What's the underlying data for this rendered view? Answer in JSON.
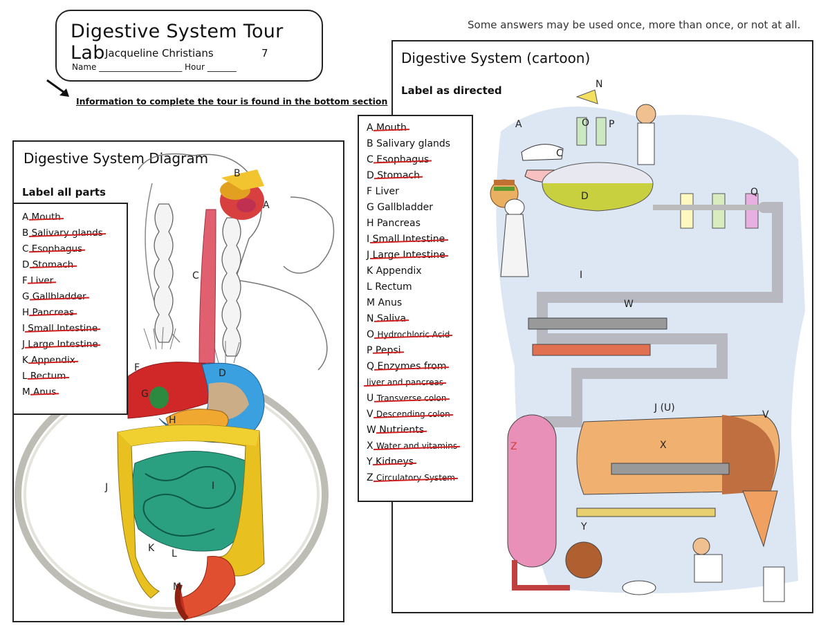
{
  "header": {
    "title": "Digestive System Tour Lab",
    "student_name": "Jacqueline Christians",
    "hour": "7",
    "name_line": "Name ____________________ Hour _______",
    "info_text": "Information to complete the tour is found in the bottom section",
    "top_note": "Some answers may be used once, more than once, or not at all."
  },
  "diagram_panel": {
    "title": "Digestive System Diagram",
    "subtitle": "Label all parts",
    "items": [
      {
        "letter": "A",
        "name": "Mouth"
      },
      {
        "letter": "B",
        "name": "Salivary glands"
      },
      {
        "letter": "C",
        "name": "Esophagus"
      },
      {
        "letter": "D",
        "name": "Stomach"
      },
      {
        "letter": "F",
        "name": "Liver"
      },
      {
        "letter": "G",
        "name": "Gallbladder"
      },
      {
        "letter": "H",
        "name": "Pancreas"
      },
      {
        "letter": "I",
        "name": "Small Intestine"
      },
      {
        "letter": "J",
        "name": "Large Intestine"
      },
      {
        "letter": "K",
        "name": "Appendix"
      },
      {
        "letter": "L",
        "name": "Rectum"
      },
      {
        "letter": "M",
        "name": "Anus"
      }
    ],
    "labels": [
      "A",
      "B",
      "C",
      "D",
      "F",
      "G",
      "H",
      "I",
      "J",
      "K",
      "L",
      "M"
    ]
  },
  "cartoon_panel": {
    "title": "Digestive System (cartoon)",
    "subtitle": "Label as directed",
    "items": [
      {
        "letter": "A",
        "name": "Mouth",
        "struck": true
      },
      {
        "letter": "B",
        "name": "Salivary glands",
        "struck": false
      },
      {
        "letter": "C",
        "name": "Esophagus",
        "struck": true
      },
      {
        "letter": "D",
        "name": "Stomach",
        "struck": true
      },
      {
        "letter": "F",
        "name": "Liver",
        "struck": false
      },
      {
        "letter": "G",
        "name": "Gallbladder",
        "struck": false
      },
      {
        "letter": "H",
        "name": "Pancreas",
        "struck": false
      },
      {
        "letter": "I",
        "name": "Small Intestine",
        "struck": true
      },
      {
        "letter": "J",
        "name": "Large Intestine",
        "struck": true
      },
      {
        "letter": "K",
        "name": "Appendix",
        "struck": false
      },
      {
        "letter": "L",
        "name": "Rectum",
        "struck": false
      },
      {
        "letter": "M",
        "name": "Anus",
        "struck": false
      },
      {
        "letter": "N",
        "name": "Saliva",
        "struck": true
      },
      {
        "letter": "O",
        "name": "Hydrochloric Acid",
        "struck": true
      },
      {
        "letter": "P",
        "name": "Pepsi",
        "struck": true
      },
      {
        "letter": "Q",
        "name": "Enzymes from",
        "struck": true
      },
      {
        "letter": "",
        "name": "liver and pancreas",
        "struck": true
      },
      {
        "letter": "U",
        "name": "Transverse colon",
        "struck": true
      },
      {
        "letter": "V",
        "name": "Descending colon",
        "struck": true
      },
      {
        "letter": "W",
        "name": "Nutrients",
        "struck": true
      },
      {
        "letter": "X",
        "name": "Water and vitamins",
        "struck": true
      },
      {
        "letter": "Y",
        "name": "Kidneys",
        "struck": true
      },
      {
        "letter": "Z",
        "name": "Circulatory System",
        "struck": true
      }
    ],
    "labels": [
      "A",
      "C",
      "N",
      "O",
      "P",
      "D",
      "Q",
      "I",
      "W",
      "J (U)",
      "V",
      "X",
      "Z",
      "Y"
    ]
  },
  "colors": {
    "strike": "#d02020",
    "label_z": "#d04040"
  }
}
